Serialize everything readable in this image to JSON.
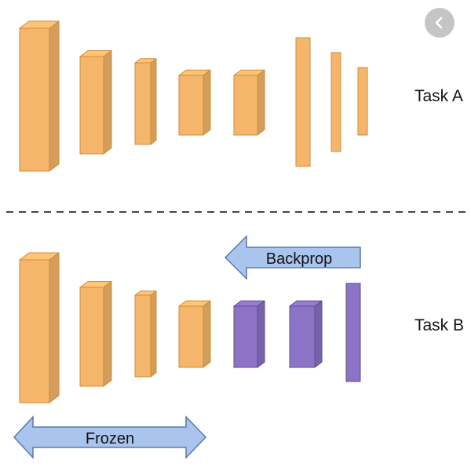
{
  "task_a": {
    "label": "Task A"
  },
  "task_b": {
    "label": "Task B"
  },
  "backprop_arrow": {
    "label": "Backprop"
  },
  "frozen_arrow": {
    "label": "Frozen"
  },
  "nav": {
    "back_icon": "chevron-left-icon"
  },
  "colors": {
    "frozen_layer": "#F5B66B",
    "frozen_layer_edge": "#D08C3A",
    "trainable_layer": "#8C73C6",
    "trainable_layer_edge": "#5F4B96",
    "arrow_fill": "#A9C5EE",
    "arrow_edge": "#5A79A8",
    "divider": "#444444"
  }
}
